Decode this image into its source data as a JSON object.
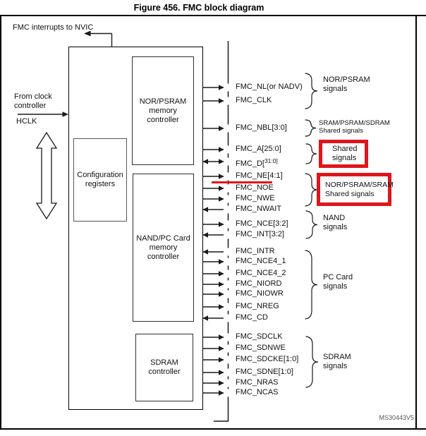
{
  "colors": {
    "annotation_red": "#e0151a",
    "line": "#1a1a1a"
  },
  "title": "Figure 456. FMC block diagram",
  "code": "MS30443V5",
  "nvic": {
    "label": "FMC interrupts to NVIC"
  },
  "clock": {
    "line1": "From clock",
    "line2": "controller",
    "signal": "HCLK"
  },
  "blocks": {
    "config": {
      "line1": "Configuration",
      "line2": "registers"
    },
    "nor": {
      "line1": "NOR/PSRAM",
      "line2": "memory",
      "line3": "controller"
    },
    "nand": {
      "line1": "NAND/PC Card",
      "line2": "memory",
      "line3": "controller"
    },
    "sdram": {
      "line1": "SDRAM",
      "line2": "controller"
    }
  },
  "signals": [
    {
      "label": "FMC_NL(or NADV)",
      "direction": "out"
    },
    {
      "label": "FMC_CLK",
      "direction": "out"
    },
    {
      "label": "FMC_NBL[3:0]",
      "direction": "out"
    },
    {
      "label": "FMC_A[25:0]",
      "direction": "out"
    },
    {
      "label": "FMC_D[31:0]",
      "sup": "31:0]",
      "direction": "bidir"
    },
    {
      "label": "FMC_NE[4:1]",
      "direction": "out",
      "underline": true
    },
    {
      "label": "FMC_NOE",
      "direction": "out"
    },
    {
      "label": "FMC_NWE",
      "direction": "out"
    },
    {
      "label": "FMC_NWAIT",
      "direction": "in"
    },
    {
      "label": "FMC_NCE[3:2]",
      "direction": "out"
    },
    {
      "label": "FMC_INT[3:2]",
      "direction": "in"
    },
    {
      "label": "FMC_INTR",
      "direction": "in"
    },
    {
      "label": "FMC_NCE4_1",
      "direction": "out"
    },
    {
      "label": "FMC_NCE4_2",
      "direction": "out"
    },
    {
      "label": "FMC_NIORD",
      "direction": "out"
    },
    {
      "label": "FMC_NIOWR",
      "direction": "out"
    },
    {
      "label": "FMC_NREG",
      "direction": "out"
    },
    {
      "label": "FMC_CD",
      "direction": "in"
    },
    {
      "label": "FMC_SDCLK",
      "direction": "out"
    },
    {
      "label": "FMC_SDNWE",
      "direction": "out"
    },
    {
      "label": "FMC_SDCKE[1:0]",
      "direction": "out"
    },
    {
      "label": "FMC_SDNE[1:0]",
      "direction": "out"
    },
    {
      "label": "FMC_NRAS",
      "direction": "out"
    },
    {
      "label": "FMC_NCAS",
      "direction": "out"
    }
  ],
  "groups": {
    "nor_psram": {
      "line1": "NOR/PSRAM",
      "line2": "signals"
    },
    "sram_shared": {
      "line1": "SRAM/PSRAM/SDRAM",
      "line2": "Shared signals"
    },
    "shared": {
      "line1": "Shared",
      "line2": "signals"
    },
    "nor_sram_shared": {
      "line1": "NOR/PSRAM/SRAM",
      "line2": "Shared signals"
    },
    "nand": {
      "line1": "NAND",
      "line2": "signals"
    },
    "pc_card": {
      "line1": "PC Card",
      "line2": "signals"
    },
    "sdram": {
      "line1": "SDRAM",
      "line2": "signals"
    }
  }
}
